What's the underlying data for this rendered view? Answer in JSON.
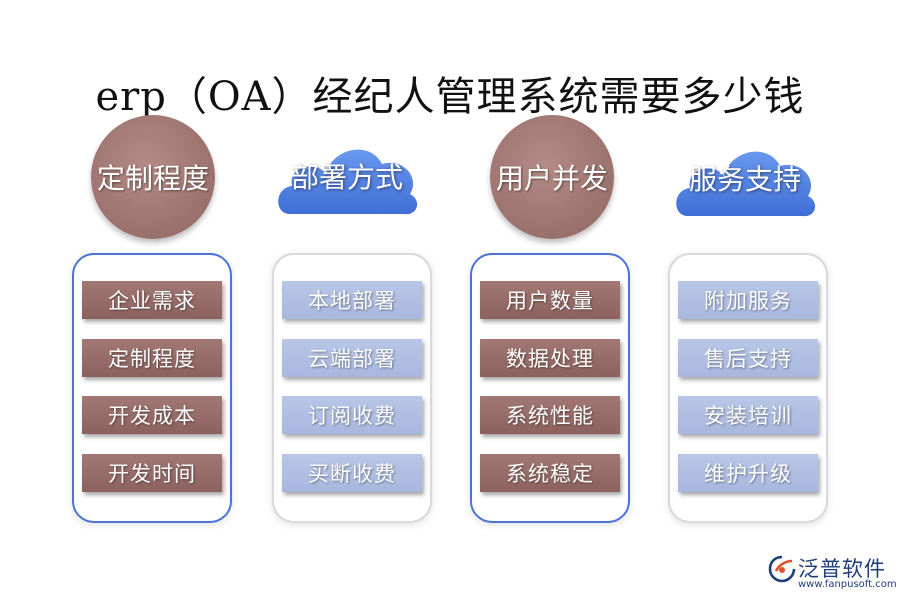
{
  "title": "erp（OA）经纪人管理系统需要多少钱",
  "columns": [
    {
      "header": "定制程度",
      "header_shape": "circle",
      "items": [
        "企业需求",
        "定制程度",
        "开发成本",
        "开发时间"
      ],
      "item_color": "#9a716c",
      "border": "blue"
    },
    {
      "header": "部署方式",
      "header_shape": "cloud",
      "items": [
        "本地部署",
        "云端部署",
        "订阅收费",
        "买断收费"
      ],
      "item_color": "#b3c1e3",
      "border": "grey"
    },
    {
      "header": "用户并发",
      "header_shape": "circle",
      "items": [
        "用户数量",
        "数据处理",
        "系统性能",
        "系统稳定"
      ],
      "item_color": "#9a716c",
      "border": "blue"
    },
    {
      "header": "服务支持",
      "header_shape": "cloud",
      "items": [
        "附加服务",
        "售后支持",
        "安装培训",
        "维护升级"
      ],
      "item_color": "#b3c1e3",
      "border": "grey"
    }
  ],
  "brand": {
    "name": "泛普软件",
    "url": "www.fanpusoft.com",
    "icon": "fanpu-logo-icon"
  },
  "colors": {
    "circle": "#9a716c",
    "cloud": "#4b7be0",
    "card_border_blue": "#4a73d6",
    "card_border_grey": "#d9d9d9"
  }
}
